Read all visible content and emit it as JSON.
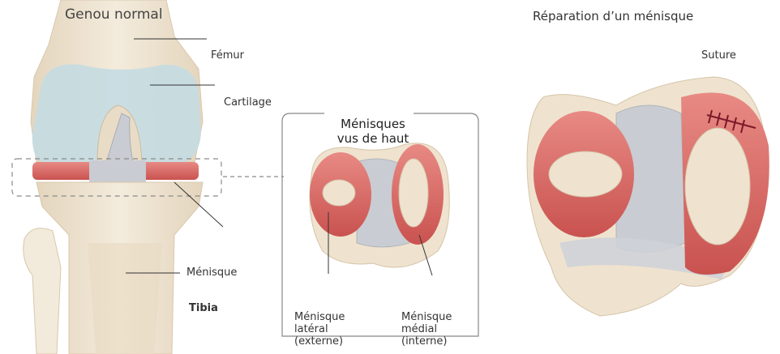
{
  "left_panel": {
    "title": "Genou normal",
    "labels": {
      "femur": "Fémur",
      "cartilage": "Cartilage",
      "menisque": "Ménisque",
      "tibia": "Tibia"
    }
  },
  "middle_panel": {
    "box_title_line1": "Ménisques",
    "box_title_line2": "vus de haut",
    "lateral_label": "Ménisque\nlatéral\n(externe)",
    "medial_label": "Ménisque\nmédial\n(interne)"
  },
  "right_panel": {
    "title": "Réparation d’un ménisque",
    "suture_label": "Suture"
  },
  "colors": {
    "bone": "#efe3cf",
    "cartilage": "#c4dbe2",
    "meniscus": "#dd6f6a",
    "ligament": "#c9ccd2",
    "suture": "#7a1a2a"
  }
}
